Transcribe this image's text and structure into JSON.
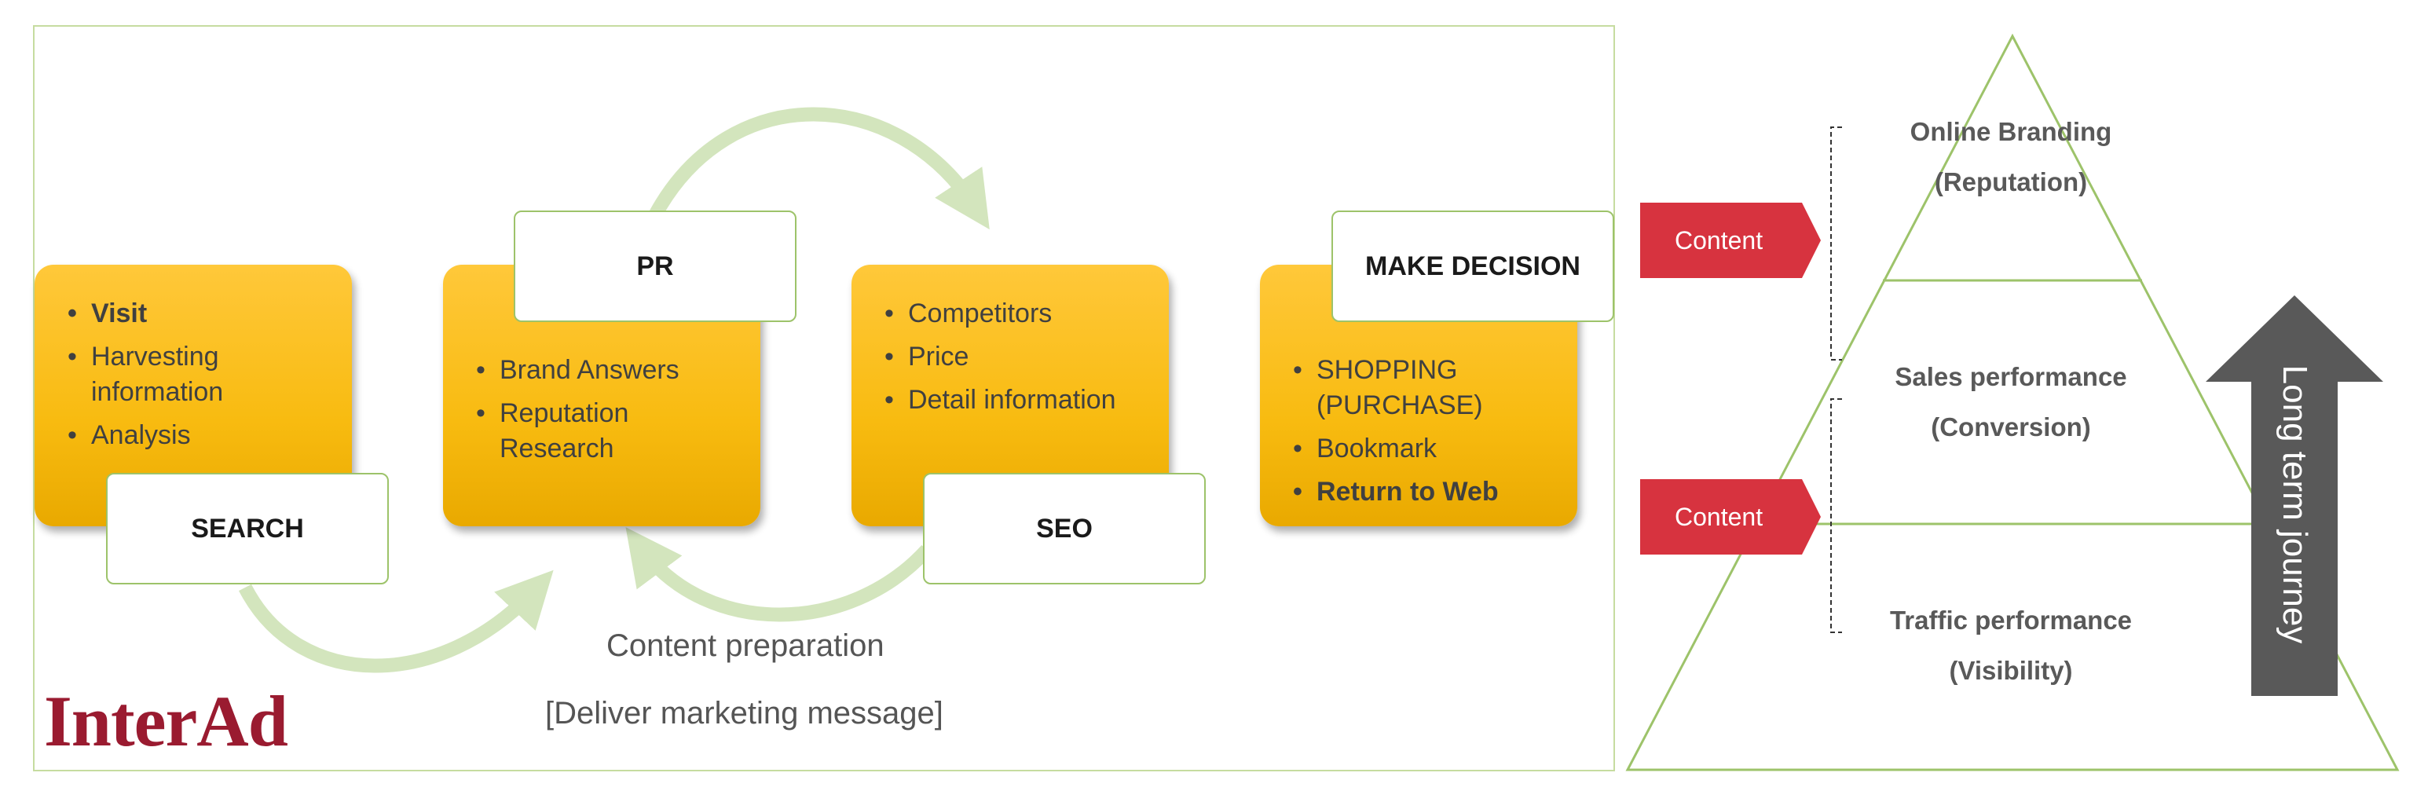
{
  "process": {
    "search": {
      "items": [
        "Visit",
        "Harvesting information",
        "Analysis"
      ],
      "label": "SEARCH"
    },
    "pr": {
      "items": [
        "Brand Answers",
        "Reputation Research"
      ],
      "label": "PR"
    },
    "seo": {
      "items": [
        "Competitors",
        "Price",
        "Detail information"
      ],
      "label": "SEO"
    },
    "decision": {
      "items": [
        "SHOPPING (PURCHASE)",
        "Bookmark",
        "Return to Web"
      ],
      "label": "MAKE DECISION"
    },
    "caption_line1": "Content preparation",
    "caption_line2": "[Deliver marketing message]"
  },
  "logo": "InterAd",
  "pyramid": {
    "content_tag_top": "Content",
    "content_tag_bottom": "Content",
    "tiers": [
      {
        "title": "Online Branding",
        "subtitle": "(Reputation)"
      },
      {
        "title": "Sales performance",
        "subtitle": "(Conversion)"
      },
      {
        "title": "Traffic performance",
        "subtitle": "(Visibility)"
      }
    ],
    "journey_label": "Long term journey"
  },
  "colors": {
    "orange_box": "#f8bb10",
    "label_border": "#9dc36a",
    "cycle_arrow": "#d3e5bd",
    "content_tag": "#d7333f",
    "pyramid_line": "#9dc36a",
    "journey_arrow": "#595959",
    "logo": "#9a1b30"
  }
}
